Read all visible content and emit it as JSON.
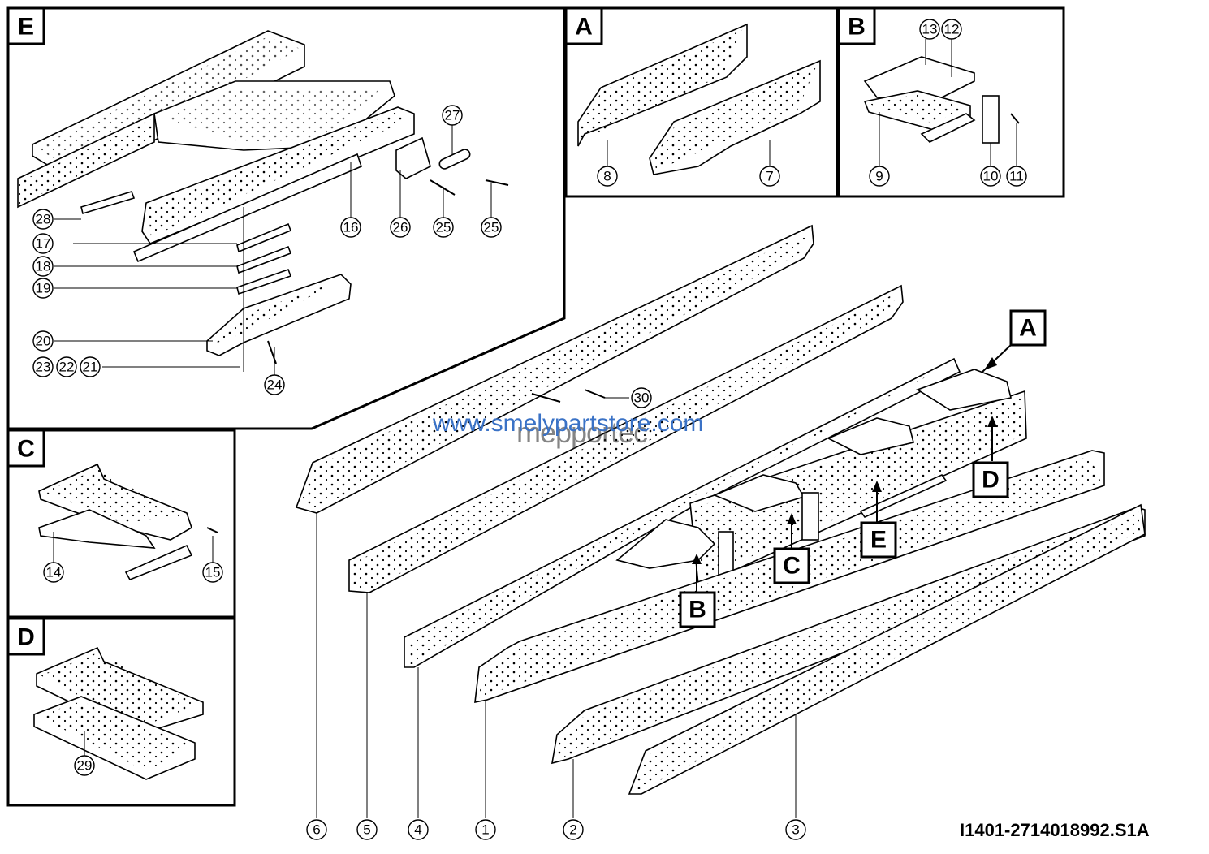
{
  "callouts": {
    "c1": "1",
    "c2": "2",
    "c3": "3",
    "c4": "4",
    "c5": "5",
    "c6": "6",
    "c7": "7",
    "c8": "8",
    "c9": "9",
    "c10": "10",
    "c11": "11",
    "c12": "12",
    "c13": "13",
    "c14": "14",
    "c15": "15",
    "c16": "16",
    "c17": "17",
    "c18": "18",
    "c19": "19",
    "c20": "20",
    "c21": "21",
    "c22": "22",
    "c23": "23",
    "c24": "24",
    "c25a": "25",
    "c25b": "25",
    "c26": "26",
    "c27": "27",
    "c28": "28",
    "c29": "29",
    "c30": "30"
  },
  "panels": {
    "E": "E",
    "A": "A",
    "B": "B",
    "C": "C",
    "D": "D"
  },
  "view_labels": {
    "A": "A",
    "B": "B",
    "C": "C",
    "D": "D",
    "E": "E"
  },
  "watermark": {
    "url": "www.smelypartstore.com",
    "brand": "mepportec"
  },
  "drawing_code": "I1401-2714018992.S1A"
}
